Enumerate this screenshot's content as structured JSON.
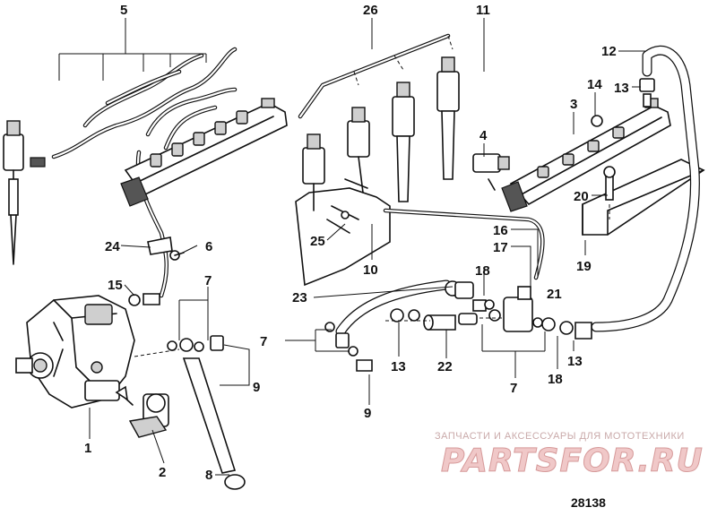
{
  "diagram": {
    "callouts": {
      "c1": "1",
      "c2": "2",
      "c3": "3",
      "c4": "4",
      "c5": "5",
      "c6": "6",
      "c7a": "7",
      "c7b": "7",
      "c7c": "7",
      "c8": "8",
      "c9a": "9",
      "c9b": "9",
      "c10": "10",
      "c11": "11",
      "c12": "12",
      "c13a": "13",
      "c13b": "13",
      "c13c": "13",
      "c14": "14",
      "c15": "15",
      "c16": "16",
      "c17": "17",
      "c18a": "18",
      "c18b": "18",
      "c19": "19",
      "c20": "20",
      "c21": "21",
      "c22": "22",
      "c23": "23",
      "c24": "24",
      "c25": "25",
      "c26": "26"
    },
    "watermark": {
      "tagline": "ЗАПЧАСТИ И АКСЕССУАРЫ ДЛЯ МОТОТЕХНИКИ",
      "logo": "PARTSFOR.RU"
    },
    "drawing_number": "28138"
  }
}
